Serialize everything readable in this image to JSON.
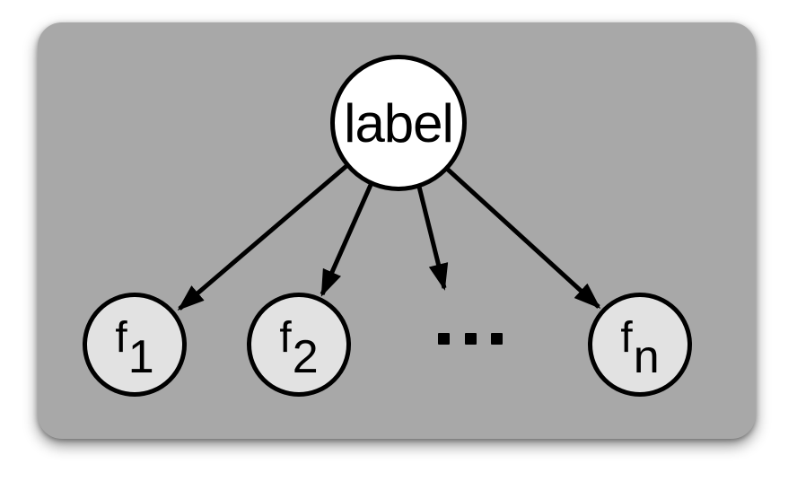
{
  "diagram": {
    "type": "graph",
    "description": "Tree / naive-Bayes style diagram: a root node labelled 'label' with four arrows pointing down to feature nodes f1, f2, ... , fn inside a gray rounded panel",
    "root": {
      "label": "label"
    },
    "features": [
      {
        "base": "f",
        "sub": "1"
      },
      {
        "base": "f",
        "sub": "2"
      },
      {
        "base": "f",
        "sub": "n"
      }
    ],
    "ellipsis": "...",
    "edges": [
      {
        "from": "label",
        "to": "f1"
      },
      {
        "from": "label",
        "to": "f2"
      },
      {
        "from": "label",
        "to": "ellipsis"
      },
      {
        "from": "label",
        "to": "fn"
      }
    ]
  },
  "colors": {
    "page-bg": "#ffffff",
    "panel-bg": "#a8a8a8",
    "root-node-fill": "#ffffff",
    "feature-node-fill": "#e2e2e2",
    "stroke": "#000000"
  }
}
